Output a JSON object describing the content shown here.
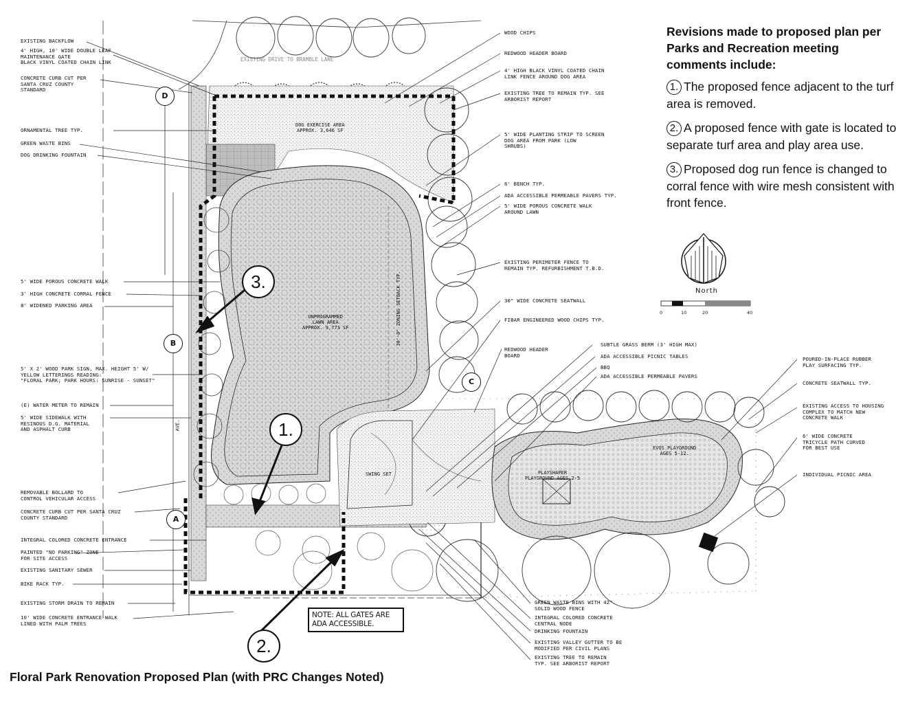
{
  "revisions": {
    "title": "Revisions made to proposed plan per Parks and Recreation meeting comments include:",
    "items": [
      {
        "num": "1.",
        "text": "The proposed fence adjacent to the turf area is removed."
      },
      {
        "num": "2.",
        "text": "A proposed fence with gate is located to separate turf area and play area use."
      },
      {
        "num": "3.",
        "text": "Proposed dog run fence is changed to corral fence with wire mesh consistent with front fence."
      }
    ]
  },
  "caption": "Floral Park Renovation Proposed Plan (with PRC Changes Noted)",
  "callouts": {
    "one": "1.",
    "two": "2.",
    "three": "3."
  },
  "note": "NOTE: ALL GATES ARE ADA ACCESSIBLE.",
  "north": {
    "label": "North",
    "scale_ticks": [
      "0",
      "10",
      "20",
      "40"
    ]
  },
  "section_markers": {
    "d": "D",
    "b": "B",
    "c": "C",
    "a": "A"
  },
  "left_labels": [
    "EXISTING BACKFLOW",
    "4' HIGH, 10' WIDE DOUBLE LEAF\nMAINTENANCE GATE\nBLACK VINYL COATED CHAIN LINK",
    "CONCRETE CURB CUT PER\nSANTA CRUZ COUNTY\nSTANDARD",
    "ORNAMENTAL TREE TYP.",
    "GREEN WASTE BINS",
    "DOG DRINKING FOUNTAIN",
    "5' WIDE POROUS CONCRETE WALK",
    "3' HIGH CONCRETE CORRAL FENCE",
    "8' WIDENED PARKING AREA",
    "5' X 2' WOOD PARK SIGN, MAX. HEIGHT 5' W/\nYELLOW LETTERINGS READING:\n\"FLORAL PARK; PARK HOURS: SUNRISE - SUNSET\"",
    "(E) WATER METER TO REMAIN",
    "5' WIDE SIDEWALK WITH\nRESINOUS D.G. MATERIAL\nAND ASPHALT CURB",
    "REMOVABLE BOLLARD TO\nCONTROL VEHICULAR ACCESS",
    "CONCRETE CURB CUT PER SANTA CRUZ\nCOUNTY STANDARD",
    "INTEGRAL COLORED CONCRETE ENTRANCE",
    "PAINTED \"NO PARKING\" ZONE\nFOR SITE ACCESS",
    "EXISTING SANITARY SEWER",
    "BIKE RACK TYP.",
    "EXISTING STORM DRAIN TO REMAIN",
    "10' WIDE CONCRETE ENTRANCE WALK\nLINED WITH PALM TREES"
  ],
  "top_right_labels": [
    "WOOD CHIPS",
    "REDWOOD HEADER BOARD",
    "4' HIGH BLACK VINYL COATED CHAIN\nLINK FENCE AROUND DOG AREA",
    "EXISTING TREE TO REMAIN TYP. SEE\nARBORIST REPORT",
    "5' WIDE PLANTING STRIP TO SCREEN\nDOG AREA FROM PARK (LOW\nSHRUBS)",
    "6' BENCH TYP.",
    "ADA ACCESSIBLE PERMEABLE PAVERS TYP.",
    "5' WIDE POROUS CONCRETE WALK\nAROUND LAWN",
    "EXISTING PERIMETER FENCE TO\nREMAIN TYP. REFURBISHMENT T.B.D.",
    "30\" WIDE CONCRETE SEATWALL",
    "FIBAR ENGINEERED WOOD CHIPS TYP."
  ],
  "mid_labels": [
    "REDWOOD HEADER\nBOARD",
    "SUBTLE GRASS BERM (3' HIGH MAX)",
    "ADA ACCESSIBLE PICNIC TABLES",
    "BBQ",
    "ADA ACCESSIBLE PERMEABLE PAVERS"
  ],
  "right_labels": [
    "POURED-IN-PLACE RUBBER\nPLAY SURFACING TYP.",
    "CONCRETE SEATWALL TYP.",
    "EXISTING ACCESS TO HOUSING\nCOMPLEX TO MATCH NEW\nCONCRETE WALK",
    "6' WIDE CONCRETE\nTRICYCLE PATH CURVED\nFOR BEST USE",
    "INDIVIDUAL PICNIC AREA"
  ],
  "bottom_labels": [
    "GREEN WASTE BINS WITH 42\"\nSOLID WOOD FENCE",
    "INTEGRAL COLORED CONCRETE\nCENTRAL NODE",
    "DRINKING FOUNTAIN",
    "EXISTING VALLEY GUTTER TO BE\nMODIFIED PER CIVIL PLANS",
    "EXISTING TREE TO REMAIN\nTYP. SEE ARBORIST REPORT"
  ],
  "plan_text": {
    "drive": "EXISTING DRIVE TO BRAMBLE LANE",
    "dog_area": "DOG EXERCISE AREA\nAPPROX. 3,646 SF",
    "lawn": "UNPROGRAMMED\nLAWN AREA\nAPPROX. 9,773 SF",
    "setback": "30'-0\" ZONING SETBACK TYP.",
    "swing": "SWING SET",
    "playshaper": "PLAYSHAPER\nPLAYGROUND AGES 2-5",
    "evos": "EVOS PLAYGROUND\nAGES 5-12.",
    "ave": "AVE."
  }
}
